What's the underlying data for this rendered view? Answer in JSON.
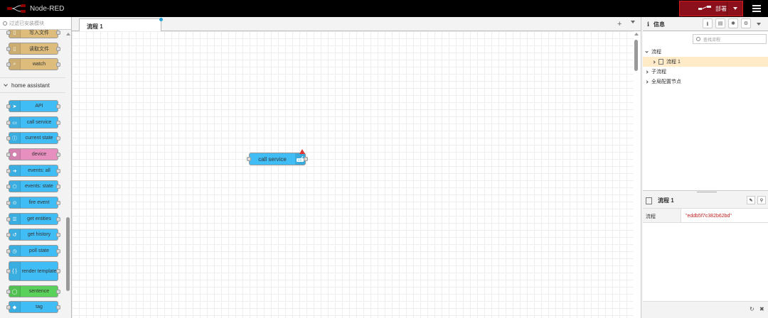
{
  "header": {
    "title": "Node-RED",
    "deploy_label": "部署"
  },
  "palette": {
    "search_placeholder": "过滤已安装模块",
    "core_nodes": [
      {
        "label": "写入文件",
        "color": "#debd7c"
      },
      {
        "label": "读取文件",
        "color": "#debd7c"
      },
      {
        "label": "watch",
        "color": "#debd7c"
      }
    ],
    "category": "home assistant",
    "ha_nodes": [
      {
        "label": "API",
        "color": "#41bdf5",
        "icon": "send-icon"
      },
      {
        "label": "call service",
        "color": "#41bdf5",
        "icon": "router-icon"
      },
      {
        "label": "current state",
        "color": "#41bdf5",
        "icon": "info-icon"
      },
      {
        "label": "device",
        "color": "#e78fbf",
        "icon": "cube-icon"
      },
      {
        "label": "events: all",
        "color": "#41bdf5",
        "icon": "arrow-right-icon"
      },
      {
        "label": "events: state",
        "color": "#41bdf5",
        "icon": "hexagon-icon"
      },
      {
        "label": "fire event",
        "color": "#41bdf5",
        "icon": "broadcast-icon"
      },
      {
        "label": "get entities",
        "color": "#41bdf5",
        "icon": "list-icon"
      },
      {
        "label": "get history",
        "color": "#41bdf5",
        "icon": "history-icon"
      },
      {
        "label": "poll state",
        "color": "#41bdf5",
        "icon": "timer-icon"
      },
      {
        "label": "render template",
        "color": "#41bdf5",
        "icon": "braces-icon"
      },
      {
        "label": "sentence",
        "color": "#5ad15a",
        "icon": "chat-icon"
      },
      {
        "label": "tag",
        "color": "#41bdf5",
        "icon": "tag-icon"
      }
    ]
  },
  "workspace": {
    "tab_label": "流程 1",
    "node_label": "call service"
  },
  "sidebar": {
    "title": "信息",
    "search_placeholder": "查找流程",
    "tree": {
      "flows_label": "流程",
      "flow_item": "流程 1",
      "subflows_label": "子流程",
      "config_label": "全局配置节点"
    },
    "props": {
      "title": "流程 1",
      "key": "流程",
      "value": "\"eddb5f7c382b62bd\""
    }
  }
}
